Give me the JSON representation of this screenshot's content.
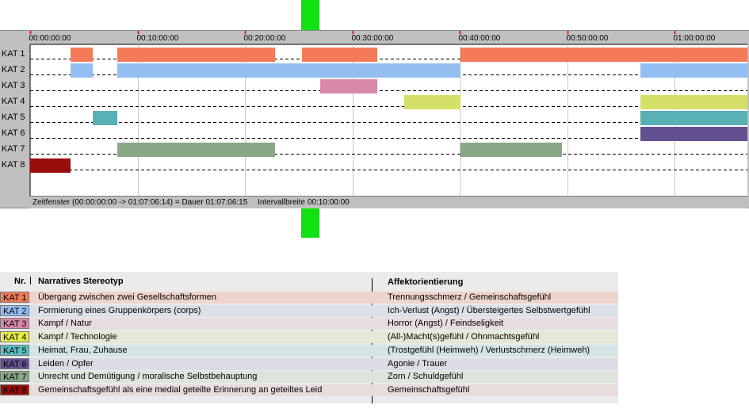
{
  "chart_data": {
    "type": "timeline",
    "time_unit": "minutes",
    "ticks": [
      {
        "t": 0,
        "label": "00:00:00:00"
      },
      {
        "t": 10,
        "label": "00:10:00:00"
      },
      {
        "t": 20,
        "label": "00:20:00:00"
      },
      {
        "t": 30,
        "label": "00:30:00:00"
      },
      {
        "t": 40,
        "label": "00:40:00:00"
      },
      {
        "t": 50,
        "label": "00:50:00:00"
      },
      {
        "t": 60,
        "label": "01:00:00:00"
      }
    ],
    "xlim": [
      0,
      67.1
    ],
    "categories": [
      {
        "label": "KAT 1",
        "color": "#f47a58",
        "intervals": [
          [
            3.8,
            5.8
          ],
          [
            8.1,
            22.8
          ],
          [
            25.3,
            32.3
          ],
          [
            40.1,
            67.1
          ]
        ]
      },
      {
        "label": "KAT 2",
        "color": "#92bef2",
        "intervals": [
          [
            3.8,
            5.8
          ],
          [
            8.1,
            40.1
          ],
          [
            56.8,
            67.1
          ]
        ]
      },
      {
        "label": "KAT 3",
        "color": "#d888a8",
        "intervals": [
          [
            27.0,
            32.3
          ]
        ]
      },
      {
        "label": "KAT 4",
        "color": "#d4e068",
        "intervals": [
          [
            34.8,
            40.1
          ],
          [
            56.8,
            67.1
          ]
        ]
      },
      {
        "label": "KAT 5",
        "color": "#58b0b4",
        "intervals": [
          [
            5.8,
            8.1
          ],
          [
            56.8,
            67.1
          ]
        ]
      },
      {
        "label": "KAT 6",
        "color": "#625090",
        "intervals": [
          [
            56.8,
            67.1
          ]
        ]
      },
      {
        "label": "KAT 7",
        "color": "#88a888",
        "intervals": [
          [
            8.1,
            22.8
          ],
          [
            40.1,
            49.5
          ]
        ]
      },
      {
        "label": "KAT 8",
        "color": "#980e0a",
        "intervals": [
          [
            0.0,
            3.8
          ]
        ]
      }
    ]
  },
  "status": {
    "window": "Zeitfenster (00:00:00:00 -> 01:07:06:14) = Dauer 01:07:06:15",
    "interval": "Intervallbreite 00:10:00:00"
  },
  "legend": {
    "headers": {
      "nr": "Nr.",
      "stereotyp": "Narratives Stereotyp",
      "affekt": "Affektorientierung"
    },
    "rows": [
      {
        "kat": "KAT 1",
        "badge_color": "#f47a58",
        "row_color": "#eed4cc",
        "stereotyp": "Übergang zwischen zwei Gesellschaftsformen",
        "affekt": "Trennungsschmerz / Gemeinschaftsgefühl"
      },
      {
        "kat": "KAT 2",
        "badge_color": "#92bef2",
        "row_color": "#dce0e8",
        "stereotyp": "Formierung eines Gruppenkörpers (corps)",
        "affekt": "Ich-Verlust (Angst) / Übersteigertes Selbstwertgefühl"
      },
      {
        "kat": "KAT 3",
        "badge_color": "#d888a8",
        "row_color": "#e8dce0",
        "stereotyp": "Kampf / Natur",
        "affekt": "Horror (Angst) / Feindseligkeit"
      },
      {
        "kat": "KAT 4",
        "badge_color": "#e8ec48",
        "row_color": "#e4e8d4",
        "stereotyp": "Kampf / Technologie",
        "affekt": "(All-)Macht(s)gefühl / Ohnmachtsgefühl"
      },
      {
        "kat": "KAT 5",
        "badge_color": "#58c0c4",
        "row_color": "#d4e4e4",
        "stereotyp": "Heimat, Frau, Zuhause",
        "affekt": "(Trostgefühl (Heimweh) / Verlustschmerz (Heimweh)"
      },
      {
        "kat": "KAT 6",
        "badge_color": "#625090",
        "row_color": "#dcdce4",
        "stereotyp": "Leiden / Opfer",
        "affekt": "Agonie / Trauer"
      },
      {
        "kat": "KAT 7",
        "badge_color": "#88a888",
        "row_color": "#dce4dc",
        "stereotyp": "Unrecht und Demütigung / moralische Selbstbehauptung",
        "affekt": "Zorn / Schuldgefühl"
      },
      {
        "kat": "KAT 8",
        "badge_color": "#980e0a",
        "row_color": "#e8dcdc",
        "stereotyp": "Gemeinschaftsgefühl als eine medial geteilte Erinnerung an geteiltes Leid",
        "affekt": "Gemeinschaftsgefühl"
      }
    ]
  }
}
